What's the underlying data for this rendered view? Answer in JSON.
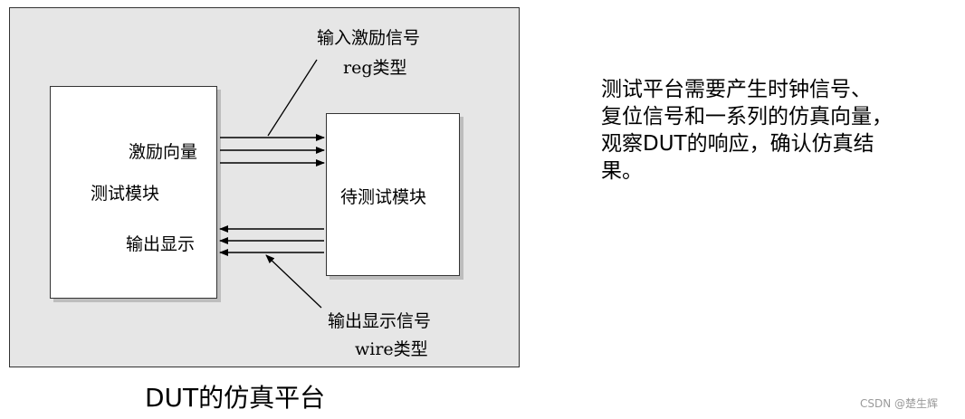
{
  "diagram": {
    "test_module_label": "测试模块",
    "stimulus_vector_label": "激励向量",
    "output_display_label": "输出显示",
    "dut_label": "待测试模块",
    "input_signal_annotation": [
      "输入激励信号",
      "reg类型"
    ],
    "output_signal_annotation": [
      "输出显示信号",
      "wire类型"
    ],
    "caption": "DUT的仿真平台"
  },
  "description": {
    "lines": [
      "测试平台需要产生时钟信号、",
      "复位信号和一系列的仿真向量，",
      "观察DUT的响应，确认仿真结",
      "果。"
    ]
  },
  "watermark": "CSDN @楚生辉"
}
